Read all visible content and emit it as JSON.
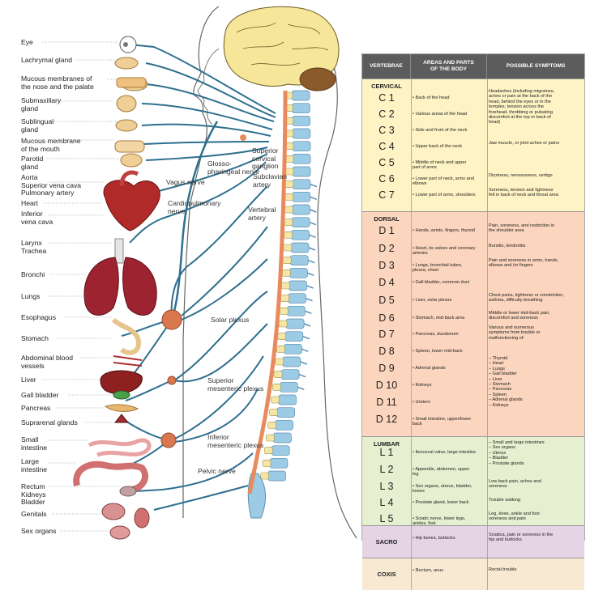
{
  "organ_labels": [
    {
      "id": "eye",
      "text": "Eye"
    },
    {
      "id": "lachrymal",
      "text": "Lachrymal gland"
    },
    {
      "id": "mucous-nose",
      "text": "Mucous membranes of\nthe nose and the palate"
    },
    {
      "id": "submaxillary",
      "text": "Submaxillary\ngland"
    },
    {
      "id": "sublingual",
      "text": "Sublingual\ngland"
    },
    {
      "id": "mucous-mouth",
      "text": "Mucous membrane\nof the mouth"
    },
    {
      "id": "parotid",
      "text": "Parotid\ngland"
    },
    {
      "id": "aorta",
      "text": "Aorta\nSuperior vena cava\nPulmonary artery"
    },
    {
      "id": "heart",
      "text": "Heart"
    },
    {
      "id": "inferior-vena",
      "text": "Inferior\nvena cava"
    },
    {
      "id": "larynx",
      "text": "Larynx\nTrachea"
    },
    {
      "id": "bronchi",
      "text": "Bronchi"
    },
    {
      "id": "lungs",
      "text": "Lungs"
    },
    {
      "id": "esophagus",
      "text": "Esophagus"
    },
    {
      "id": "stomach",
      "text": "Stomach"
    },
    {
      "id": "abdominal",
      "text": "Abdominal blood\nvessels"
    },
    {
      "id": "liver",
      "text": "Liver"
    },
    {
      "id": "gall",
      "text": "Gall bladder"
    },
    {
      "id": "pancreas",
      "text": "Pancreas"
    },
    {
      "id": "suprarenal",
      "text": "Suprarenal glands"
    },
    {
      "id": "small-int",
      "text": "Small\nintestine"
    },
    {
      "id": "large-int",
      "text": "Large\nintestine"
    },
    {
      "id": "rectum",
      "text": "Rectum\nKidneys\nBladder"
    },
    {
      "id": "genitals",
      "text": "Genitals"
    },
    {
      "id": "sex-organs",
      "text": "Sex organs"
    }
  ],
  "nerve_labels": [
    {
      "id": "glosso",
      "text": "Glosso-\npharingeal nerve"
    },
    {
      "id": "vagus",
      "text": "Vagus nerve"
    },
    {
      "id": "superior-cervical",
      "text": "Superior\ncervical\nganglion"
    },
    {
      "id": "subclavian",
      "text": "Subclavian\nartery"
    },
    {
      "id": "cardiopulmonary",
      "text": "Cardiopulmonary\nnerve"
    },
    {
      "id": "vertebral",
      "text": "Vertebral\nartery"
    },
    {
      "id": "solar",
      "text": "Solar plexus"
    },
    {
      "id": "sup-mesenteric",
      "text": "Superior\nmesenteric plexus"
    },
    {
      "id": "inf-mesenteric",
      "text": "Inferior\nmesenteric plexus"
    },
    {
      "id": "pelvic",
      "text": "Pelvic nerve"
    }
  ],
  "table": {
    "headers": [
      "VERTEBRAE",
      "AREAS AND PARTS\nOF THE BODY",
      "POSSIBLE SYMPTOMS"
    ],
    "header_color": "#5c5c5c",
    "sections": [
      {
        "name": "CERVICAL",
        "color": "#fdf3c4",
        "rows": [
          {
            "code": "C 1",
            "area": "• Back of the head",
            "symptom": "Headaches (including migraines,\naches or pain at the back of the\nhead, behind the eyes or in the\ntemples, tension across the\nforehead, throbbing or pulsating\ndiscomfort at the top or back of\nhead)"
          },
          {
            "code": "C 2",
            "area": "• Various areas of the head",
            "symptom": ""
          },
          {
            "code": "C 3",
            "area": "• Side and front of the neck",
            "symptom": ""
          },
          {
            "code": "C 4",
            "area": "• Upper back of the neck",
            "symptom": "Jaw muscle, or joint aches or pains"
          },
          {
            "code": "C 5",
            "area": "• Middle of neck and upper\npart of arms",
            "symptom": ""
          },
          {
            "code": "C 6",
            "area": "• Lower part of neck, arms and\nelbows",
            "symptom": "Dizziness, nervousness, vertigo"
          },
          {
            "code": "C 7",
            "area": "• Lower part of arms, shoulders",
            "symptom": "Soreness, tension and tightness\nfelt in back of neck and throat area"
          }
        ]
      },
      {
        "name": "DORSAL",
        "color": "#fbd5bd",
        "rows": [
          {
            "code": "D 1",
            "area": "• Hands, wrists, fingers, thyroid",
            "symptom": "Pain, soreness, and restriction in\nthe shoulder area"
          },
          {
            "code": "D 2",
            "area": "• Heart, its valves and coronary\narteries",
            "symptom": "Bursitis, tendonitis"
          },
          {
            "code": "D 3",
            "area": "• Lungs, bronchial tubes,\npleura, chest",
            "symptom": "Pain and soreness in arms, hands,\nelbows and /or fingers"
          },
          {
            "code": "D 4",
            "area": "• Gall bladder, common duct",
            "symptom": ""
          },
          {
            "code": "D 5",
            "area": "• Liver, solar plexus",
            "symptom": "Chest pains, tightness or constriction,\nasthma, difficulty breathing"
          },
          {
            "code": "D 6",
            "area": "• Stomach, mid-back area",
            "symptom": "Middle or lower mid-back pain,\ndiscomfort and soreness"
          },
          {
            "code": "D 7",
            "area": "• Pancreas, duodenum",
            "symptom": "Various and numerous\nsymptoms from trouble or\nmalfunctioning of:"
          },
          {
            "code": "D 8",
            "area": "• Spleen, lower mid-back",
            "symptom": ""
          },
          {
            "code": "D 9",
            "area": "• Adrenal glands",
            "symptom": "– Thyroid\n– Heart\n– Lungs\n– Gall bladder\n– Liver\n– Stomach\n– Pancreas\n– Spleen\n– Adrenal glands\n– Kidneys"
          },
          {
            "code": "D 10",
            "area": "• Kidneys",
            "symptom": ""
          },
          {
            "code": "D 11",
            "area": "• Ureters",
            "symptom": ""
          },
          {
            "code": "D 12",
            "area": "• Small intestine, upper/lower\nback",
            "symptom": ""
          }
        ]
      },
      {
        "name": "LUMBAR",
        "color": "#e6efcf",
        "rows": [
          {
            "code": "L 1",
            "area": "• Ileocecal valve, large intestine",
            "symptom": "– Small and large intestines\n– Sex organs\n– Uterus\n– Bladder\n– Prostate glands"
          },
          {
            "code": "L 2",
            "area": "• Appendix, abdomen, upper\nleg",
            "symptom": ""
          },
          {
            "code": "L 3",
            "area": "• Sex organs, uterus, bladder,\nknees",
            "symptom": "Low back pain, aches and\nsoreness"
          },
          {
            "code": "L 4",
            "area": "• Prostate gland, lower back",
            "symptom": "Trouble walking"
          },
          {
            "code": "L 5",
            "area": "• Sciatic nerve, lower legs,\nankles, feet",
            "symptom": "Leg, knee, ankle and foot\nsoreness and pain"
          }
        ]
      },
      {
        "name": "SACRO",
        "color": "#e5d3e6",
        "rows": [
          {
            "code": "",
            "area": "• Hip bones, buttocks",
            "symptom": "Sciatica, pain or soreness in the\nhip and buttocks"
          }
        ]
      },
      {
        "name": "COXIS",
        "color": "#f7e9d2",
        "rows": [
          {
            "code": "",
            "area": "• Rectum, anus",
            "symptom": "Rectal trouble"
          }
        ]
      }
    ]
  },
  "colors": {
    "nerve": "#2f6f8f",
    "spine_bone": "#f3e6a8",
    "spine_blue": "#9ccbe6",
    "cord": "#e98a5e",
    "plexus": "#d9774e",
    "body_outline": "#666666",
    "organ_red": "#b02a2a",
    "lung_red": "#9d2330",
    "gland_tan": "#efcf95"
  }
}
